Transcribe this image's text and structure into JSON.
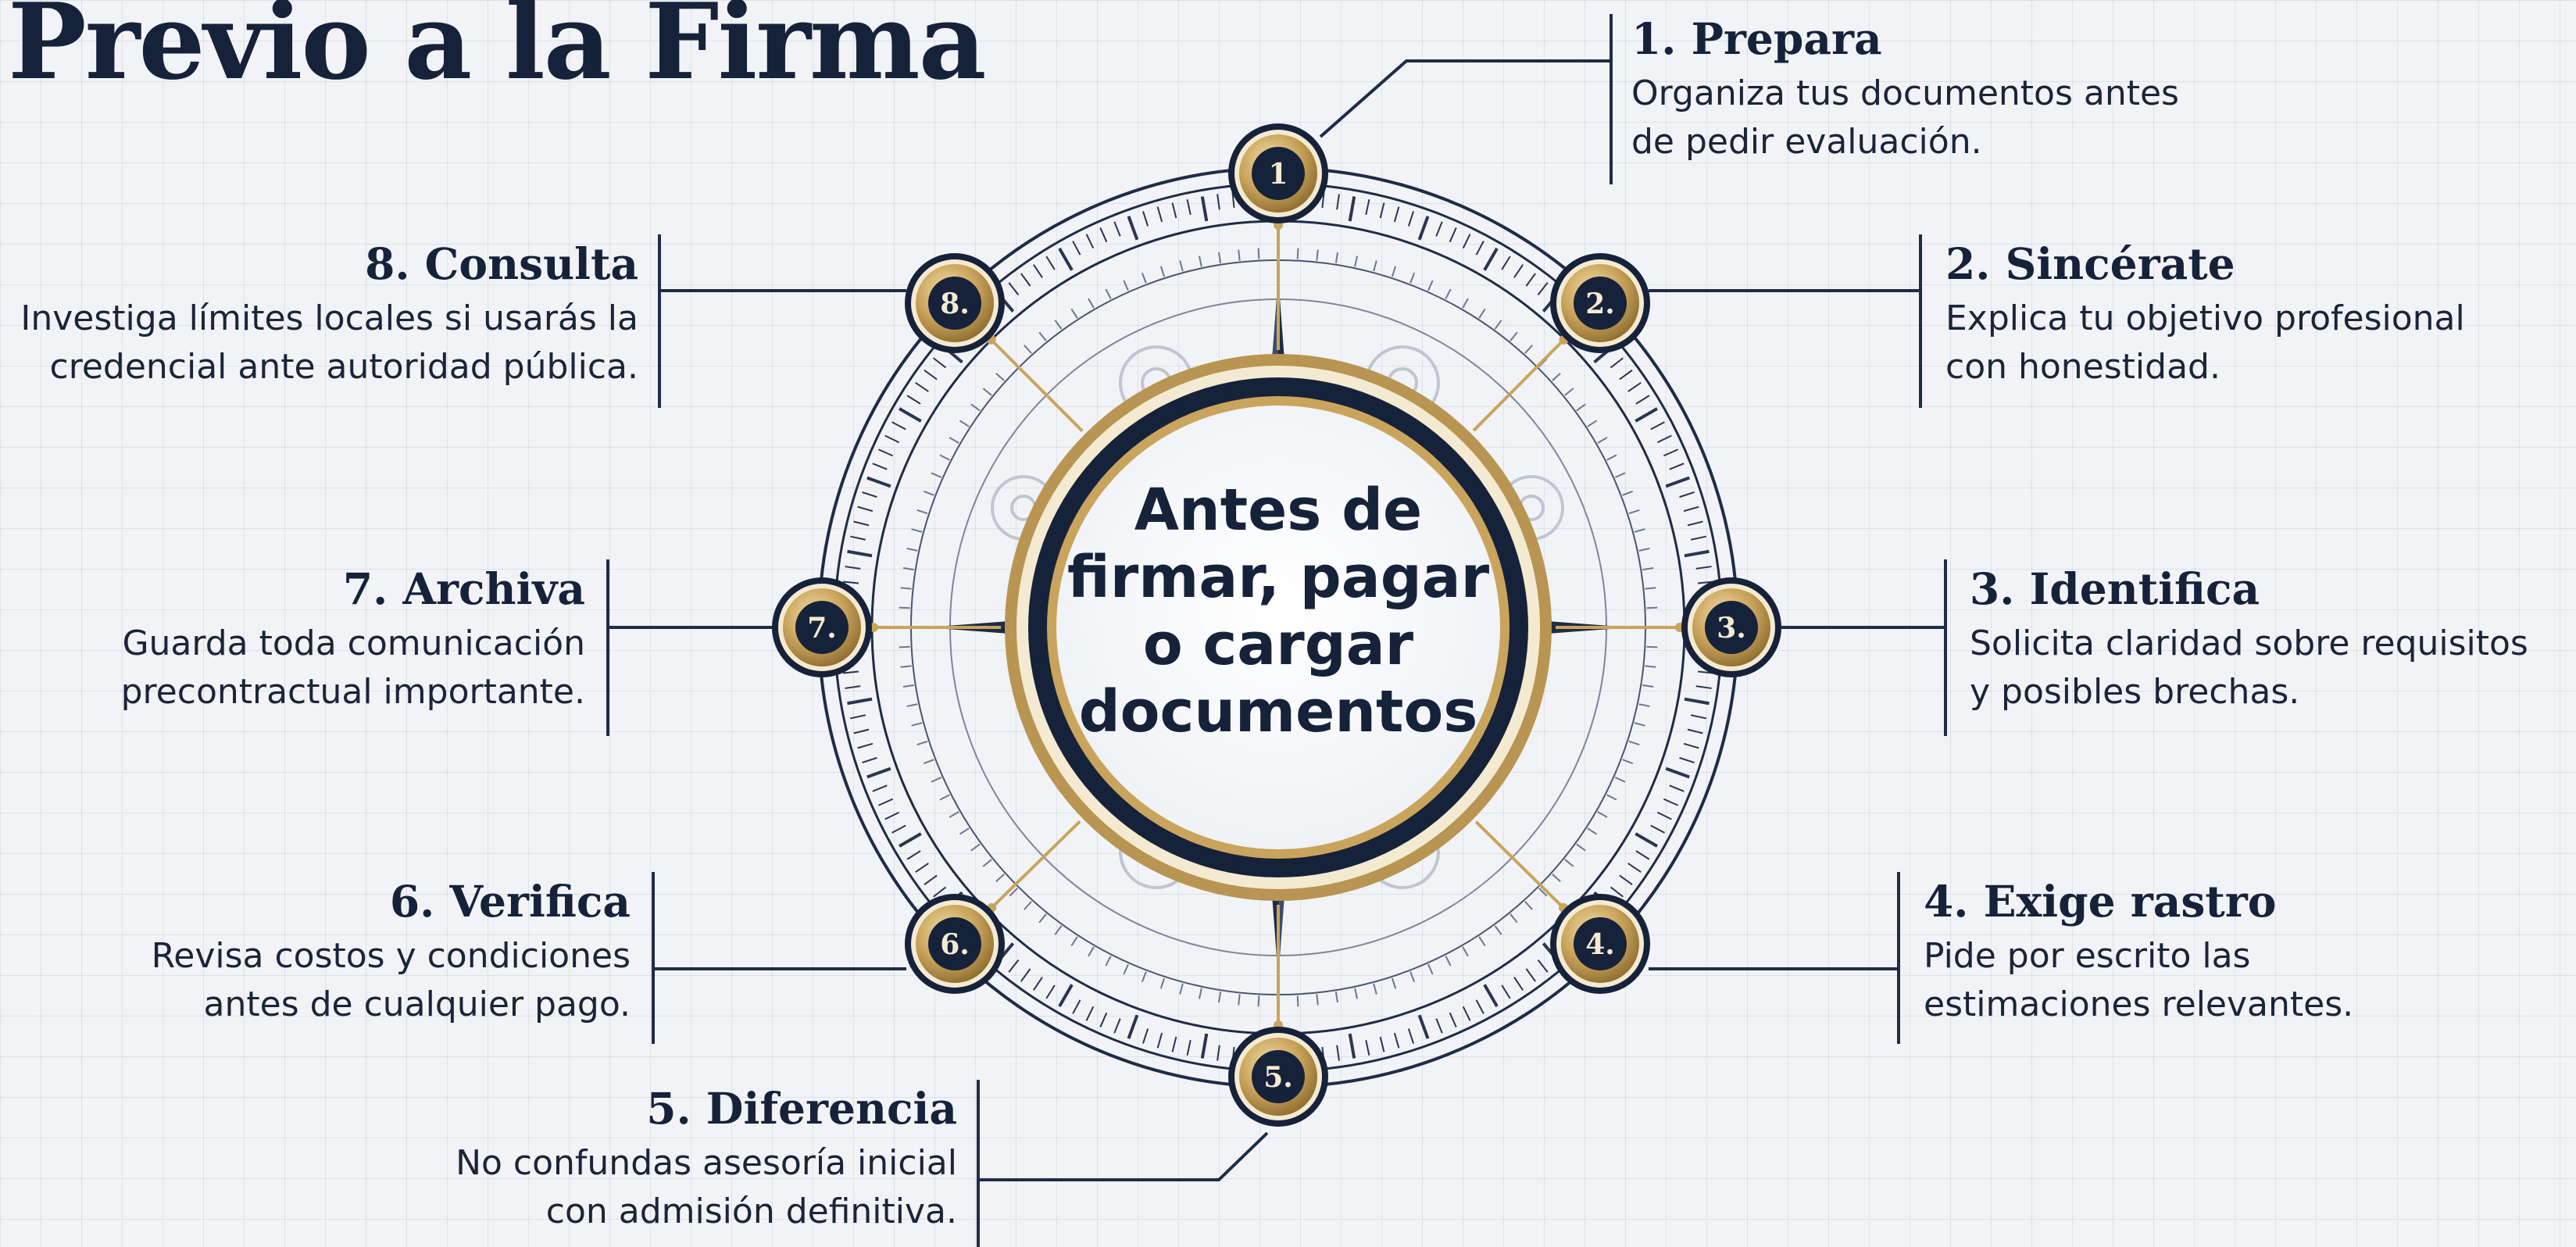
{
  "title": "Previo a la Firma",
  "center": {
    "lines": [
      "Antes de",
      "firmar, pagar",
      "o cargar",
      "documentos"
    ]
  },
  "steps": [
    {
      "badge": "1",
      "title": "1. Prepara",
      "desc": [
        "Organiza tus documentos antes",
        "de pedir evaluación."
      ]
    },
    {
      "badge": "2.",
      "title": "2. Sincérate",
      "desc": [
        "Explica tu objetivo profesional",
        "con honestidad."
      ]
    },
    {
      "badge": "3.",
      "title": "3. Identifica",
      "desc": [
        "Solicita claridad sobre requisitos",
        "y posibles brechas."
      ]
    },
    {
      "badge": "4.",
      "title": "4. Exige rastro",
      "desc": [
        "Pide por escrito las",
        "estimaciones relevantes."
      ]
    },
    {
      "badge": "5.",
      "title": "5. Diferencia",
      "desc": [
        "No confundas asesoría inicial",
        "con admisión definitiva."
      ]
    },
    {
      "badge": "6.",
      "title": "6. Verifica",
      "desc": [
        "Revisa costos y condiciones",
        "antes de cualquier pago."
      ]
    },
    {
      "badge": "7.",
      "title": "7. Archiva",
      "desc": [
        "Guarda toda comunicación",
        "precontractual importante."
      ]
    },
    {
      "badge": "8.",
      "title": "8. Consulta",
      "desc": [
        "Investiga límites locales si usarás la",
        "credencial ante autoridad pública."
      ]
    }
  ],
  "colors": {
    "navy": "#16223a",
    "gold": "#b89552",
    "background": "#f1f3f6"
  }
}
